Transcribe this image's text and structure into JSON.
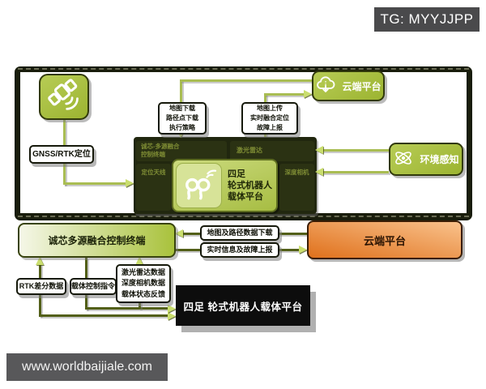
{
  "badge": {
    "label": "TG: MYYJJPP"
  },
  "watermark": {
    "label": "www.worldbaijiale.com"
  },
  "colors": {
    "node_green": "#a9c23c",
    "frame_dark": "#191d0c",
    "core_dark": "#21270f",
    "orange_dark": "#e0711c",
    "orange_light": "#f9c28c",
    "line_light": "#a9bd52",
    "line_dark": "#525f18",
    "arrow_fill": "#cade6e"
  },
  "top": {
    "gnss_label": "GNSS/RTK定位",
    "cloud_label": "云端平台",
    "env_label": "环境感知",
    "download_lines": [
      "地图下载",
      "路径点下载",
      "执行策略"
    ],
    "upload_lines": [
      "地图上传",
      "实时融合定位",
      "故障上报"
    ],
    "core": {
      "module_tl": [
        "诚芯-多源融合",
        "控制终端"
      ],
      "module_tr": "激光雷达",
      "module_bl": "定位天线",
      "module_br": "深度相机",
      "robot_lines": [
        "四足",
        "轮式机器人",
        "载体平台"
      ]
    }
  },
  "bottom": {
    "terminal_label": "诚芯多源融合控制终端",
    "cloud_label": "云端平台",
    "download_link": "地图及路径数据下载",
    "upload_link": "实时信息及故障上报",
    "rtk_label": "RTK差分数据",
    "control_label": "载体控制指令",
    "sensor_lines": [
      "激光雷达数据",
      "深度相机数据",
      "载体状态反馈"
    ],
    "robot_label": "四足 轮式机器人载体平台"
  }
}
